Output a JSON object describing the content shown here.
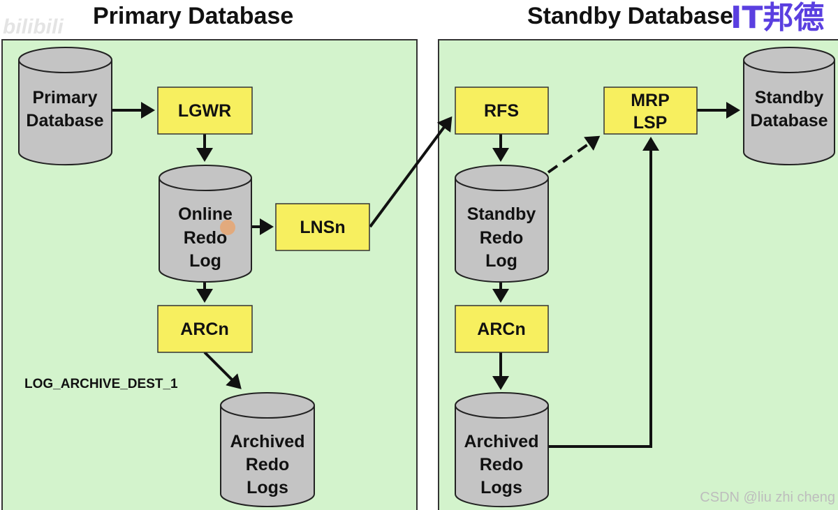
{
  "titles": {
    "primary": "Primary Database",
    "standby": "Standby Database"
  },
  "watermarks": {
    "bilibili": "bilibili",
    "itbangde": "IT邦德",
    "csdn": "CSDN @liu zhi cheng"
  },
  "colors": {
    "panel": "#d3f3cc",
    "process_box": "#f7ef5f",
    "storage": "#c4c4c4",
    "itbangde": "#5a3fe0"
  },
  "primary": {
    "database": [
      "Primary",
      "Database"
    ],
    "lgwr": "LGWR",
    "online_redo": [
      "Online",
      "Redo",
      "Log"
    ],
    "lnsn": "LNSn",
    "arcn": "ARCn",
    "dest_label": "LOG_ARCHIVE_DEST_1",
    "archived": [
      "Archived",
      "Redo",
      "Logs"
    ]
  },
  "standby": {
    "rfs": "RFS",
    "mrp": [
      "MRP",
      "LSP"
    ],
    "database": [
      "Standby",
      "Database"
    ],
    "standby_redo": [
      "Standby",
      "Redo",
      "Log"
    ],
    "arcn": "ARCn",
    "archived": [
      "Archived",
      "Redo",
      "Logs"
    ]
  }
}
